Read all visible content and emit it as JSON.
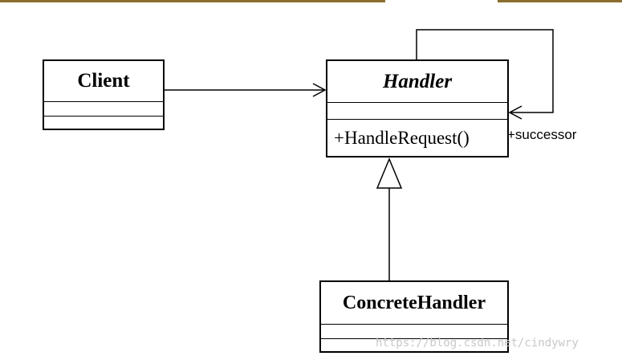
{
  "classes": {
    "client": {
      "name": "Client"
    },
    "handler": {
      "name": "Handler",
      "operation": "+HandleRequest()"
    },
    "concrete_handler": {
      "name": "ConcreteHandler"
    }
  },
  "associations": {
    "self_role": "+successor"
  },
  "watermark": "https://blog.csdn.net/cindywry"
}
